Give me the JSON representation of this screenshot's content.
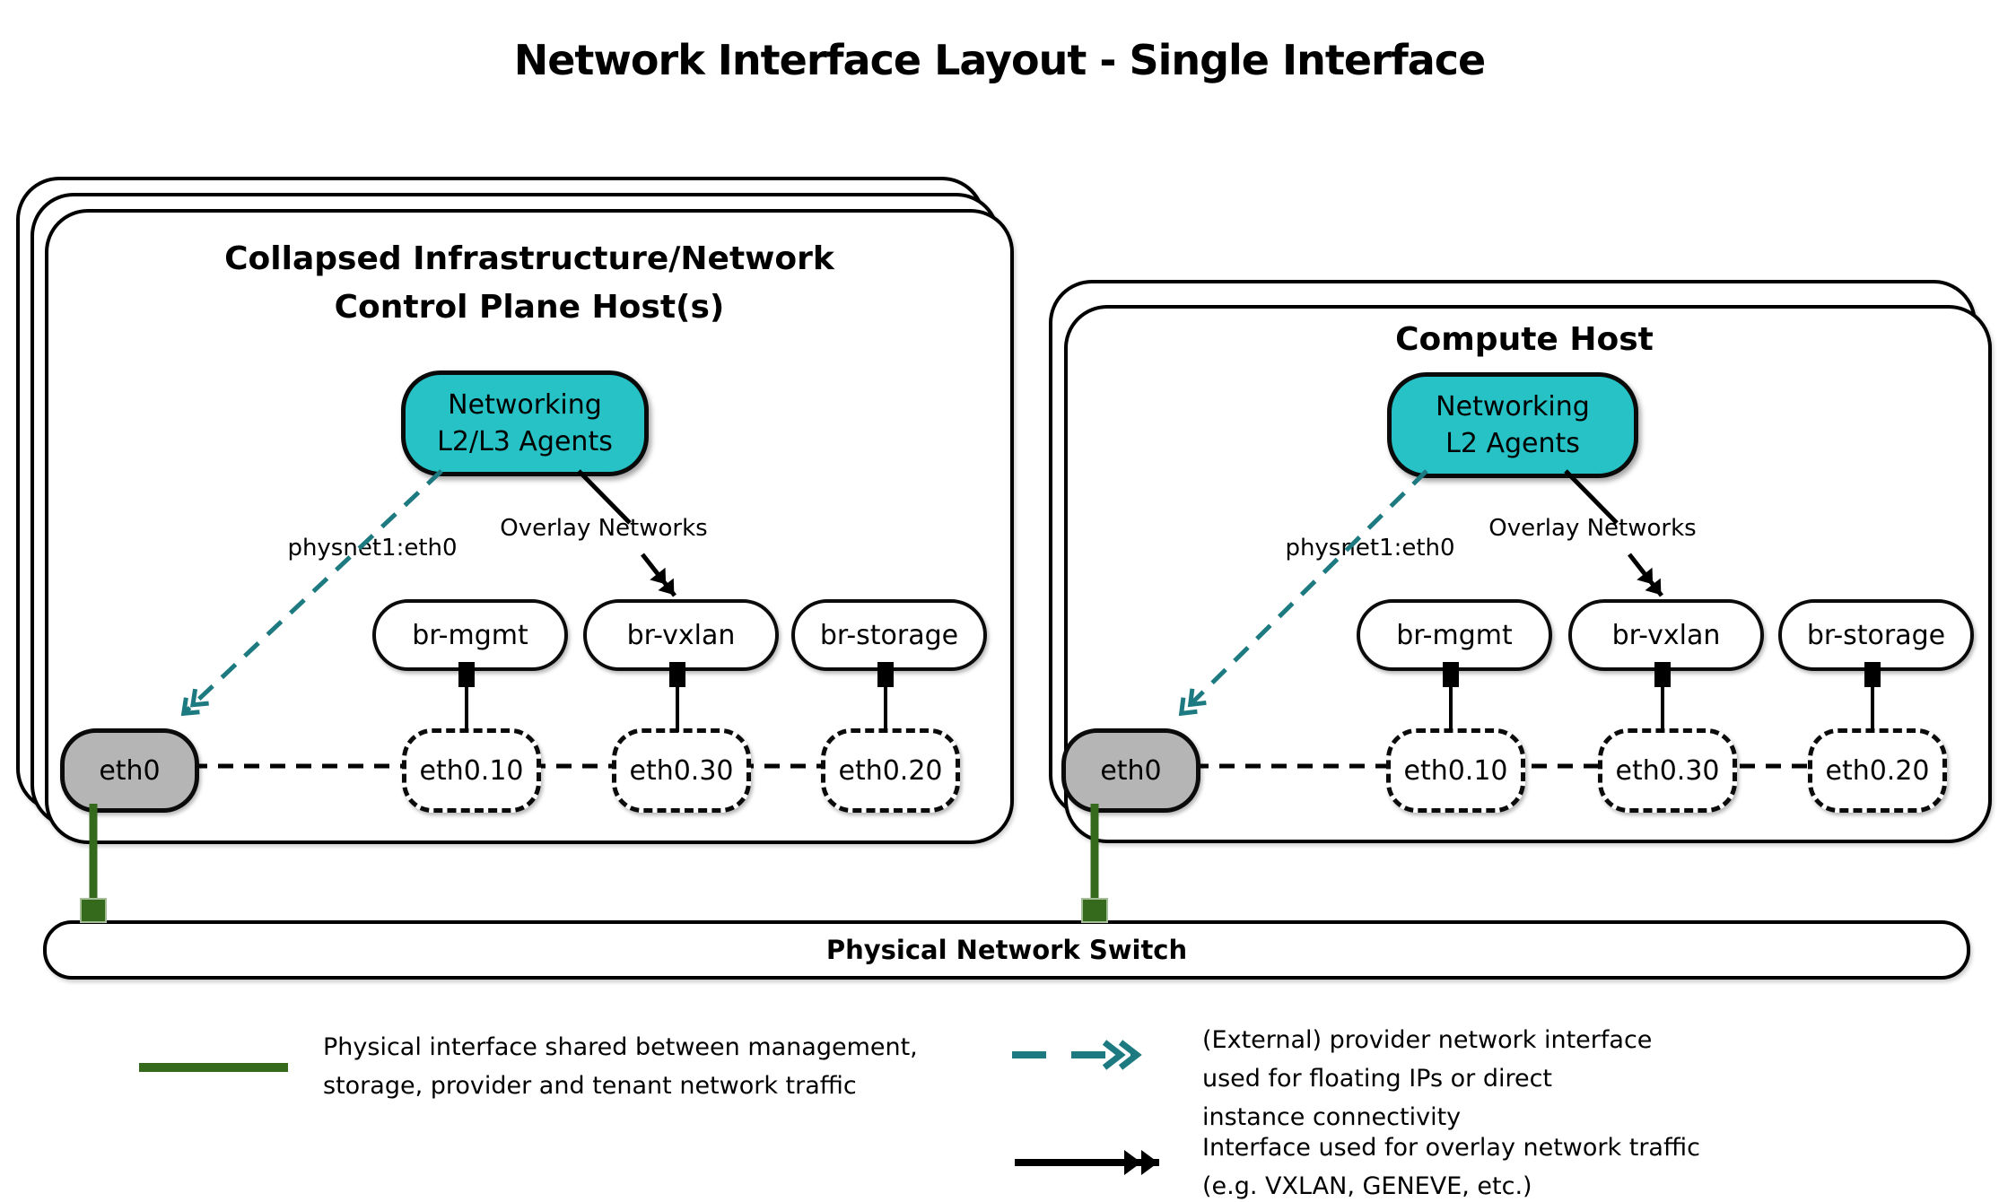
{
  "title": "Network Interface Layout - Single Interface",
  "colors": {
    "agent_fill": "#26c2c6",
    "provider_arrow": "#1d7a80",
    "physical_line": "#35691c",
    "physical_interface_fill": "#b5b5b5",
    "overlay_arrow": "#000000"
  },
  "groups": [
    {
      "id": "control-plane-host",
      "title_lines": [
        "Collapsed Infrastructure/Network",
        "Control Plane Host(s)"
      ],
      "agent_lines": [
        "Networking",
        "L2/L3 Agents"
      ],
      "provider_arrow_label": "physnet1:eth0",
      "overlay_arrow_label": "Overlay Networks",
      "bridges": [
        "br-mgmt",
        "br-vxlan",
        "br-storage"
      ],
      "physical_interface": "eth0",
      "vlan_interfaces": [
        "eth0.10",
        "eth0.30",
        "eth0.20"
      ]
    },
    {
      "id": "compute-host",
      "title_lines": [
        "Compute Host"
      ],
      "agent_lines": [
        "Networking",
        "L2 Agents"
      ],
      "provider_arrow_label": "physnet1:eth0",
      "overlay_arrow_label": "Overlay Networks",
      "bridges": [
        "br-mgmt",
        "br-vxlan",
        "br-storage"
      ],
      "physical_interface": "eth0",
      "vlan_interfaces": [
        "eth0.10",
        "eth0.30",
        "eth0.20"
      ]
    }
  ],
  "switch": {
    "label": "Physical Network Switch"
  },
  "legend": [
    {
      "symbol": "green-solid-line",
      "lines": [
        "Physical interface shared between management,",
        "storage, provider and tenant network traffic"
      ]
    },
    {
      "symbol": "teal-dashed-double-arrow",
      "lines": [
        "(External) provider network interface",
        "used for floating IPs or direct",
        "instance connectivity"
      ]
    },
    {
      "symbol": "black-solid-double-arrow",
      "lines": [
        "Interface used for overlay network traffic",
        "(e.g. VXLAN, GENEVE, etc.)"
      ]
    }
  ]
}
